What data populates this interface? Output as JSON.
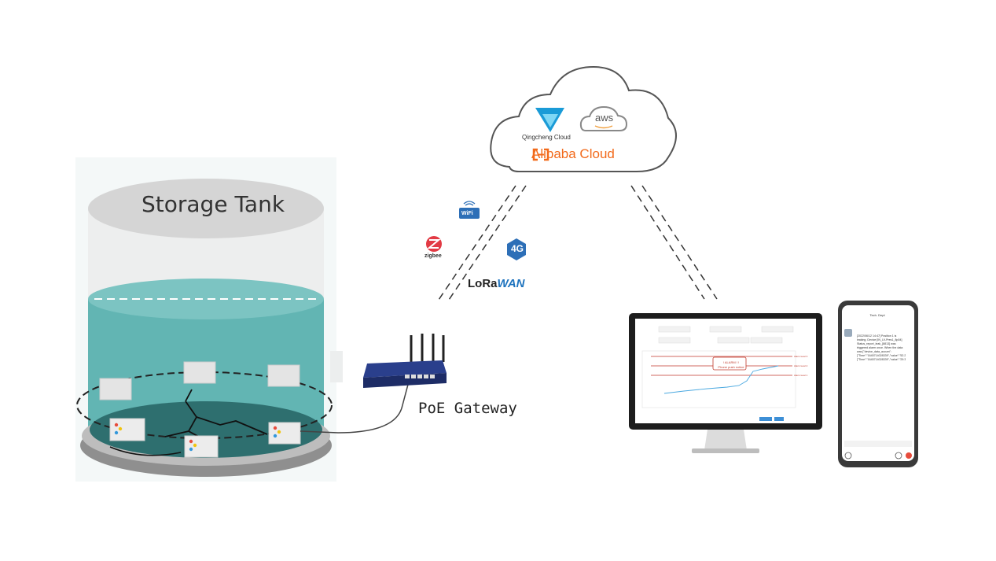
{
  "diagram": {
    "storage_tank_label": "Storage Tank",
    "gateway_label": "PoE Gateway",
    "cloud": {
      "qingcheng_label": "Qingcheng Cloud",
      "aws_label": "aws",
      "alibaba_label": "Alibaba Cloud"
    },
    "protocols": {
      "wifi_label": "WiFi",
      "zigbee_label": "zigbee",
      "fourg_label": "4G",
      "lora_prefix": "LoRa",
      "lora_suffix": "WAN"
    },
    "dashboard": {
      "alarm_line1": "! ALARM ! !",
      "alarm_line2": "Phone push notice",
      "level_labels": [
        "Alarm level 3",
        "Alarm level 2",
        "Alarm level 1"
      ]
    },
    "phone": {
      "chat_title": "Tech. Dept",
      "message": "[2022/06/12 14:47] Position 1 is leaking. Device [IN_LV-Pres1_8p04] Status_report_leak_[8813] was triggered alarm once. When the data was [\"device_data_accum\":[\"Time\":\"1645714028339\",\"value\":\"52.295548\",\"device_data_temp\":[\"Time\":\"1645714028339\",\"value\":\"29.3571441\"]"
    },
    "colors": {
      "tank_water": "#62b5b3",
      "tank_top": "#d7d7d7",
      "alibaba_orange": "#f26a1b",
      "qingcheng_blue": "#1a9bd7",
      "alarm_red": "#c0392b",
      "chart_line": "#4aa8e0"
    }
  }
}
